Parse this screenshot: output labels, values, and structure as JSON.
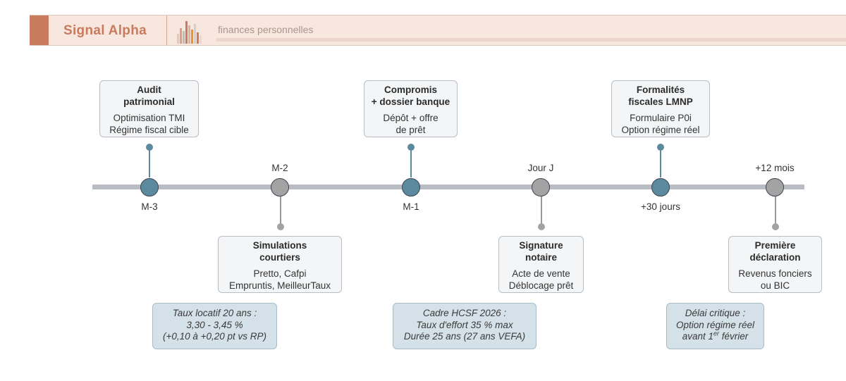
{
  "header": {
    "brand": "Signal Alpha",
    "tagline": "finances personnelles"
  },
  "timeline": {
    "ticks": [
      "M-3",
      "M-2",
      "M-1",
      "Jour J",
      "+30 jours",
      "+12 mois"
    ],
    "steps": [
      {
        "title_lines": [
          "Audit",
          "patrimonial"
        ],
        "body_lines": [
          "Optimisation TMI",
          "Régime fiscal cible"
        ]
      },
      {
        "title_lines": [
          "Simulations",
          "courtiers"
        ],
        "body_lines": [
          "Pretto, Cafpi",
          "Empruntis, MeilleurTaux"
        ]
      },
      {
        "title_lines": [
          "Compromis",
          "+ dossier banque"
        ],
        "body_lines": [
          "Dépôt + offre",
          "de prêt"
        ]
      },
      {
        "title_lines": [
          "Signature",
          "notaire"
        ],
        "body_lines": [
          "Acte de vente",
          "Déblocage prêt"
        ]
      },
      {
        "title_lines": [
          "Formalités",
          "fiscales LMNP"
        ],
        "body_lines": [
          "Formulaire P0i",
          "Option régime réel"
        ]
      },
      {
        "title_lines": [
          "Première",
          "déclaration"
        ],
        "body_lines": [
          "Revenus fonciers",
          "ou BIC"
        ]
      }
    ],
    "notes": [
      {
        "lines": [
          "Taux locatif 20 ans :",
          "3,30 - 3,45 %",
          "(+0,10 à +0,20 pt vs RP)"
        ]
      },
      {
        "lines": [
          "Cadre HCSF 2026 :",
          "Taux d'effort 35 % max",
          "Durée 25 ans (27 ans VEFA)"
        ]
      },
      {
        "lines": [
          "Délai critique :",
          "Option régime réel",
          "avant 1",
          "er",
          " février"
        ]
      }
    ]
  },
  "colors": {
    "accent": "#c97b5d",
    "node_blue": "#5b8a9e",
    "node_grey": "#a3a3a3",
    "note_bg": "#d4e1e8"
  }
}
